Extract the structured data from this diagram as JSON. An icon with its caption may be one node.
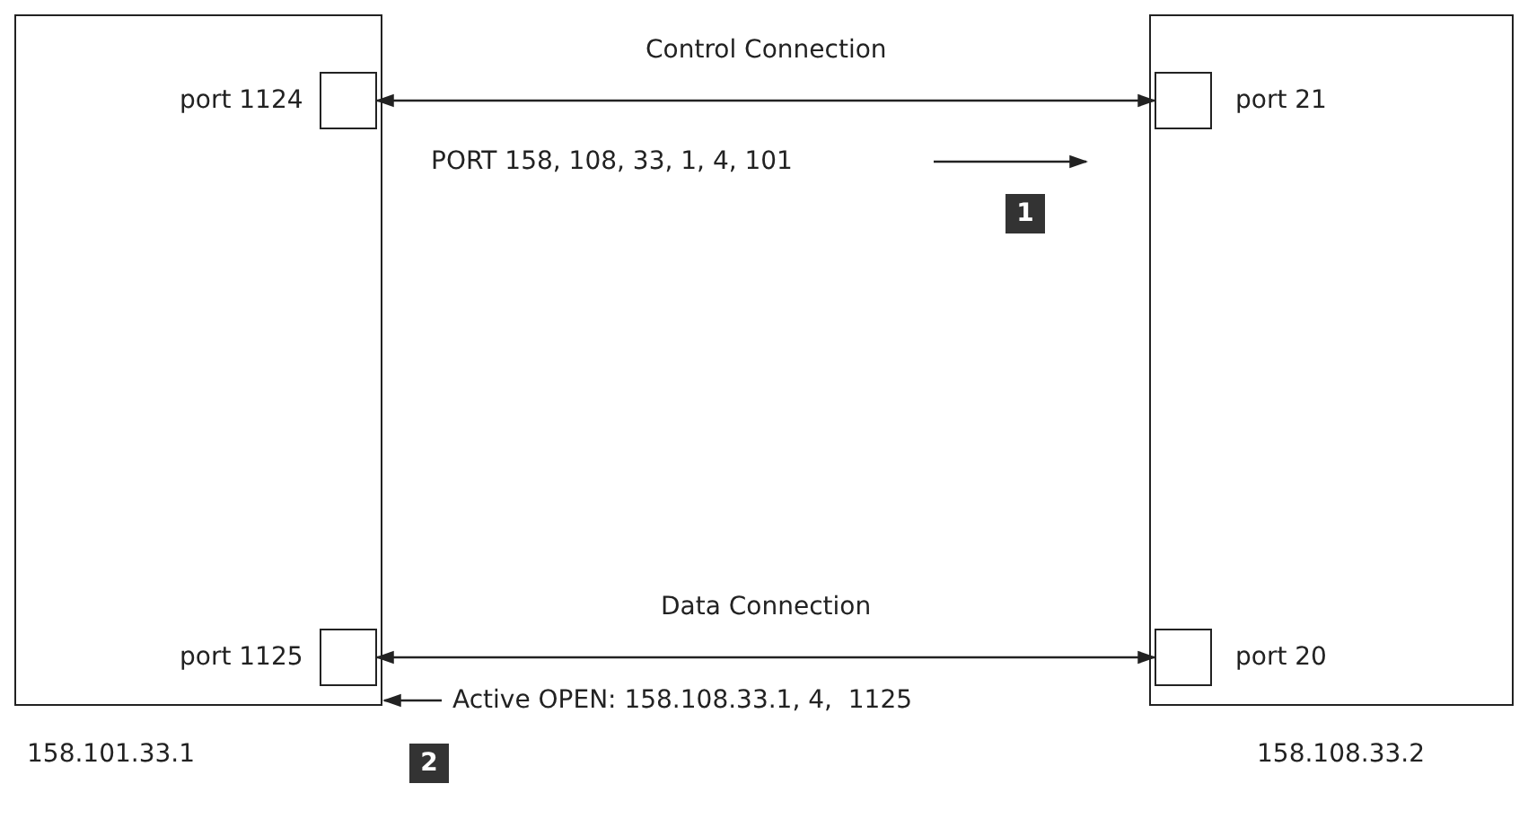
{
  "diagram": {
    "nodes": [
      {
        "text": [],
        "shape": "box",
        "beside": [
          "158.101.33.1"
        ]
      },
      {
        "text": [],
        "shape": "box",
        "in": 0,
        "beside": [
          "port 1124"
        ]
      },
      {
        "text": [],
        "shape": "box",
        "in": 0,
        "beside": [
          "port 1125"
        ]
      },
      {
        "text": [],
        "shape": "box",
        "beside": [
          "158.108.33.2"
        ]
      },
      {
        "text": [],
        "shape": "box",
        "in": 3,
        "beside": [
          "port 21"
        ]
      },
      {
        "text": [],
        "shape": "box",
        "in": 3,
        "beside": [
          "port 20"
        ]
      }
    ],
    "edges": [
      {
        "from": 1,
        "to": 4,
        "arrow": "both",
        "label": "Control Connection"
      },
      {
        "from": 2,
        "to": 5,
        "arrow": "both",
        "label": "Data Connection"
      }
    ],
    "labels": [
      "PORT 158, 108, 33, 1, 4, 101",
      "1",
      "2",
      "Active OPEN: 158.108.33.1, 4,  1125"
    ]
  }
}
